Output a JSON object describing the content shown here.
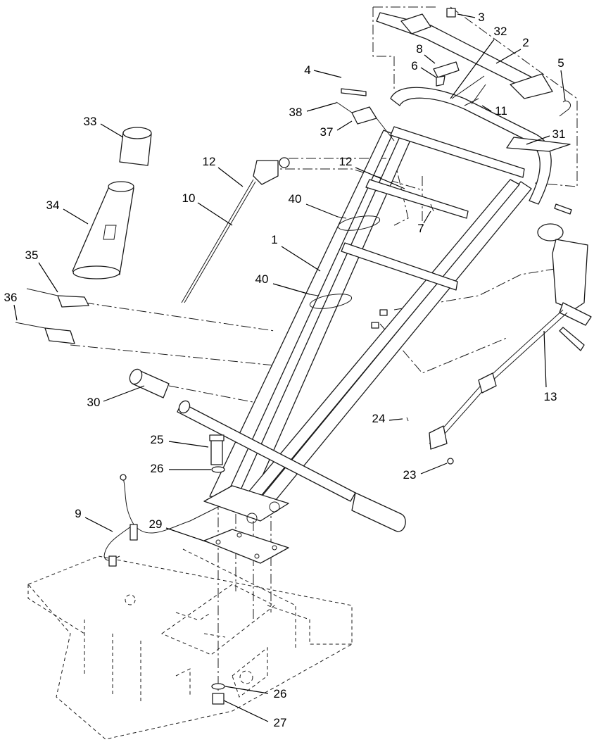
{
  "diagram": {
    "ink_color": "#1a1a1a",
    "background": "#ffffff",
    "callouts": [
      {
        "key": "c1",
        "label": "1"
      },
      {
        "key": "c2",
        "label": "2"
      },
      {
        "key": "c3",
        "label": "3"
      },
      {
        "key": "c4",
        "label": "4"
      },
      {
        "key": "c5",
        "label": "5"
      },
      {
        "key": "c6",
        "label": "6"
      },
      {
        "key": "c7",
        "label": "7"
      },
      {
        "key": "c8",
        "label": "8"
      },
      {
        "key": "c9",
        "label": "9"
      },
      {
        "key": "c10",
        "label": "10"
      },
      {
        "key": "c11",
        "label": "11"
      },
      {
        "key": "c12a",
        "label": "12"
      },
      {
        "key": "c12b",
        "label": "12"
      },
      {
        "key": "c13",
        "label": "13"
      },
      {
        "key": "c23",
        "label": "23"
      },
      {
        "key": "c24",
        "label": "24"
      },
      {
        "key": "c25",
        "label": "25"
      },
      {
        "key": "c26a",
        "label": "26"
      },
      {
        "key": "c26b",
        "label": "26"
      },
      {
        "key": "c27",
        "label": "27"
      },
      {
        "key": "c29",
        "label": "29"
      },
      {
        "key": "c30",
        "label": "30"
      },
      {
        "key": "c31",
        "label": "31"
      },
      {
        "key": "c32",
        "label": "32"
      },
      {
        "key": "c33",
        "label": "33"
      },
      {
        "key": "c34",
        "label": "34"
      },
      {
        "key": "c35",
        "label": "35"
      },
      {
        "key": "c36",
        "label": "36"
      },
      {
        "key": "c37",
        "label": "37"
      },
      {
        "key": "c38",
        "label": "38"
      },
      {
        "key": "c40a",
        "label": "40"
      },
      {
        "key": "c40b",
        "label": "40"
      }
    ]
  }
}
